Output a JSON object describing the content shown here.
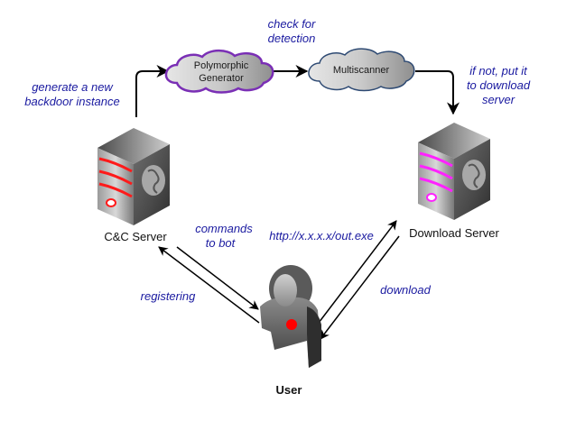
{
  "diagram": {
    "nodes": {
      "polymorphic_generator": {
        "lines": [
          "Polymorphic",
          "Generator"
        ],
        "outline_color": "#7a2fb5",
        "shape": "cloud"
      },
      "multiscanner": {
        "lines": [
          "Multiscanner"
        ],
        "outline_color": "#2e4a73",
        "shape": "cloud"
      },
      "cc_server": {
        "label": "C&C Server",
        "accent_color": "#ff1a1a",
        "icon": "server-icon"
      },
      "download_server": {
        "label": "Download Server",
        "accent_color": "#ff22ff",
        "icon": "server-icon"
      },
      "user": {
        "label": "User",
        "accent_color": "#ff0000",
        "icon": "user-icon"
      }
    },
    "edge_labels": {
      "generate": [
        "generate a new",
        "backdoor instance"
      ],
      "check": [
        "check for",
        "detection"
      ],
      "put": [
        "if not, put it",
        "to download",
        "server"
      ],
      "commands": [
        "commands",
        "to bot"
      ],
      "url": [
        "http://x.x.x.x/out.exe"
      ],
      "registering": [
        "registering"
      ],
      "download": [
        "download"
      ]
    },
    "colors": {
      "label_text": "#1a1aa0",
      "arrow": "#000000"
    }
  }
}
